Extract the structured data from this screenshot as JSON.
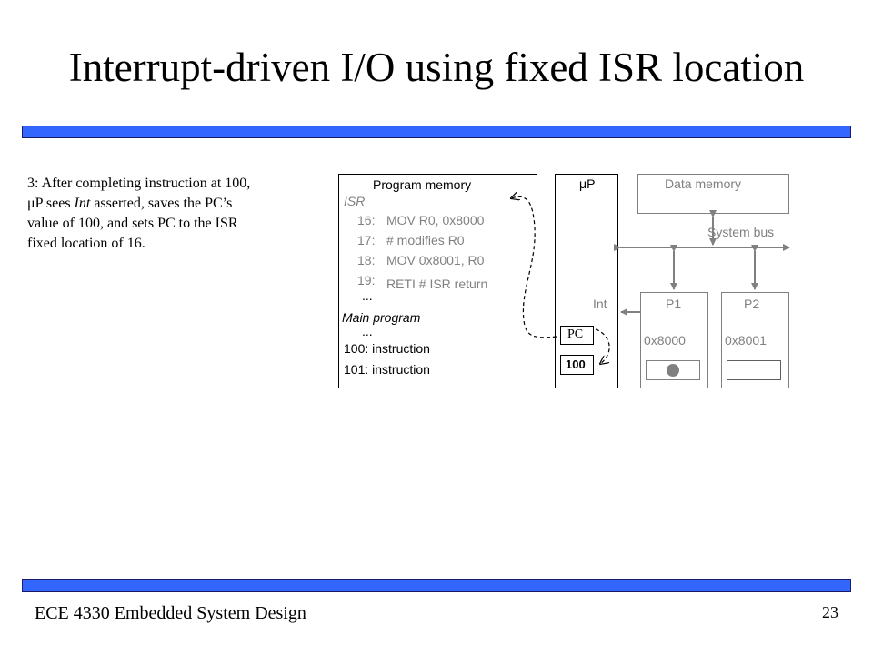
{
  "slide": {
    "title": "Interrupt-driven I/O using fixed ISR location",
    "footer": "ECE 4330 Embedded System Design",
    "page_number": "23"
  },
  "description": {
    "line1": "3: After completing instruction at 100,",
    "line2_mu": "μP sees ",
    "line2_int": "Int",
    "line2_rest": " asserted, saves the PC’s",
    "line3": "value of 100, and sets PC to the ISR",
    "line4": "fixed location of 16."
  },
  "program_memory": {
    "title": "Program memory",
    "isr_label": "ISR",
    "isr_lines": [
      {
        "addr": "16:",
        "instr": "MOV R0, 0x8000"
      },
      {
        "addr": "17:",
        "instr": "# modifies R0"
      },
      {
        "addr": "18:",
        "instr": "MOV 0x8001, R0"
      },
      {
        "addr": "19:",
        "instr": "RETI  # ISR return"
      }
    ],
    "ellipsis1": "...",
    "main_label": "Main program",
    "ellipsis2": "...",
    "main_lines": [
      "100:  instruction",
      "101:  instruction"
    ]
  },
  "processor": {
    "label": "μP",
    "int_label": "Int",
    "pc_label": "PC",
    "pc_value": "100"
  },
  "data_memory": {
    "label": "Data memory"
  },
  "bus": {
    "label": "System bus"
  },
  "p1": {
    "label": "P1",
    "addr": "0x8000"
  },
  "p2": {
    "label": "P2",
    "addr": "0x8001"
  },
  "colors": {
    "accent_bar": "#3366ff",
    "inactive": "#808080"
  }
}
